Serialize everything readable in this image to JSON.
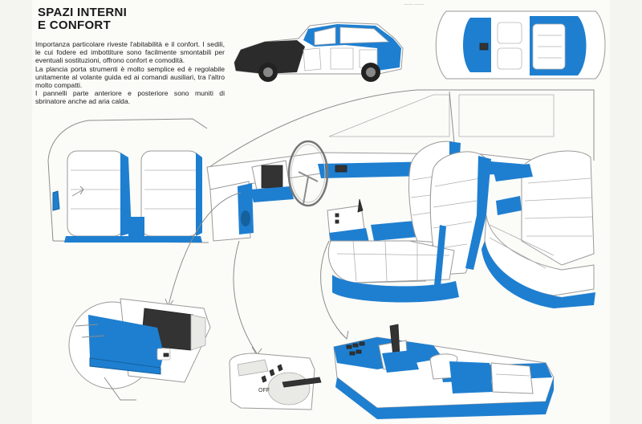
{
  "document": {
    "title_lines": [
      "SPAZI INTERNI",
      "E CONFORT"
    ],
    "paragraphs": [
      "Importanza particolare riveste l'abitabilità e il confort. I sedili, le cui fodere ed imbottiture sono facilmente smontabili per eventuali sostituzioni, offrono confort e comodità.",
      "La plancia porta strumenti è molto semplice ed è regolabile unitamente al volante guida ed ai comandi ausiliari, tra l'altro molto compatti.",
      "I pannelli parte anteriore e posteriore sono muniti di sbrinatore anche ad aria calda."
    ],
    "tiny_caption": "——— ———",
    "switch_label": "OFF"
  },
  "colors": {
    "accent_blue": "#1e7fd0",
    "paper": "#fbfbf8",
    "ink": "#222222",
    "outline": "#9a9a9a"
  }
}
